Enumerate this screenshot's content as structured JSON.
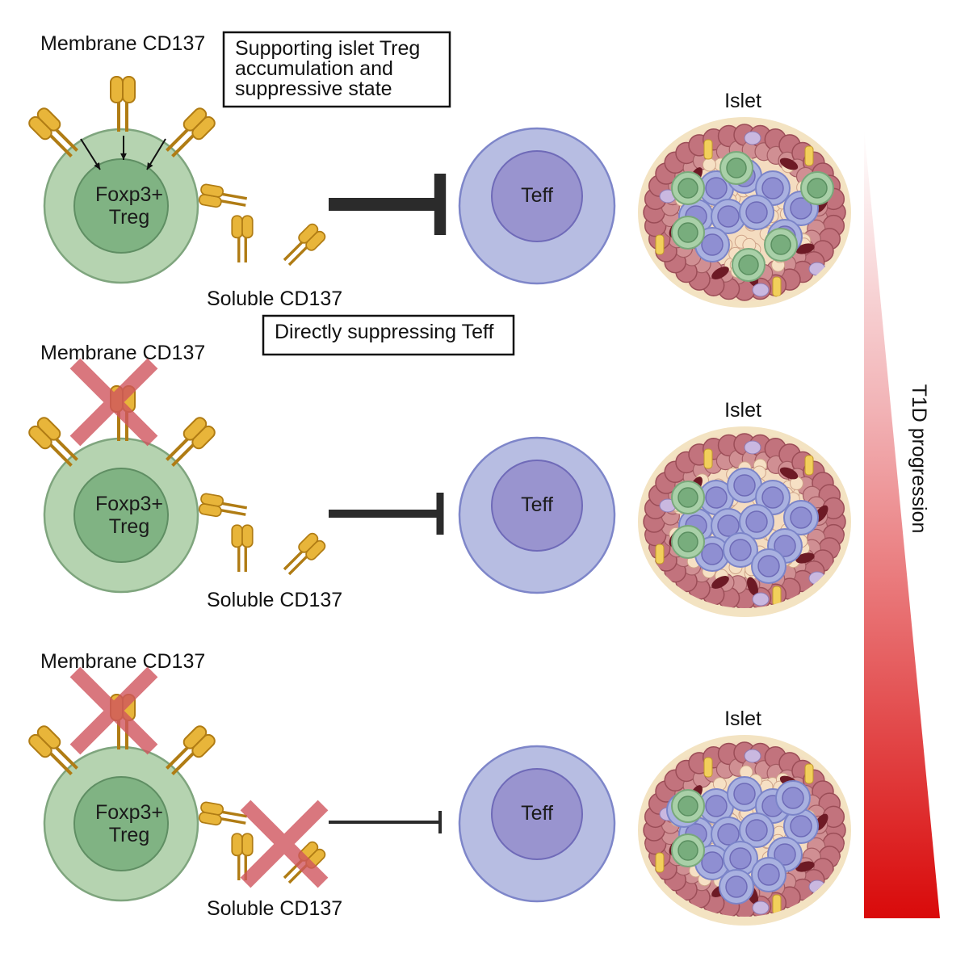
{
  "panels": [
    {
      "membrane_label": "Membrane CD137",
      "treg_label": [
        "Foxp3+",
        "Treg"
      ],
      "soluble_label": "Soluble CD137",
      "teff_label": "Teff",
      "islet_label": "Islet",
      "box_lines": [
        "Supporting islet Treg",
        "accumulation and",
        "suppressive state"
      ]
    },
    {
      "membrane_label": "Membrane CD137",
      "treg_label": [
        "Foxp3+",
        "Treg"
      ],
      "soluble_label": "Soluble CD137",
      "teff_label": "Teff",
      "islet_label": "Islet",
      "box_lines": [
        "Directly suppressing Teff"
      ]
    },
    {
      "membrane_label": "Membrane CD137",
      "treg_label": [
        "Foxp3+",
        "Treg"
      ],
      "soluble_label": "Soluble CD137",
      "teff_label": "Teff",
      "islet_label": "Islet",
      "box_lines": []
    }
  ],
  "progression_label": "T1D progression",
  "colors": {
    "treg_outer": "#b5d3b0",
    "treg_inner": "#80b383",
    "teff_outer": "#b7bde2",
    "teff_inner": "#9994cf",
    "receptor": "#e8b53a",
    "receptor_stroke": "#b07c14",
    "cross": "#d0565e",
    "gradient_top": "#ffffff",
    "gradient_bottom": "#d90a0a"
  }
}
